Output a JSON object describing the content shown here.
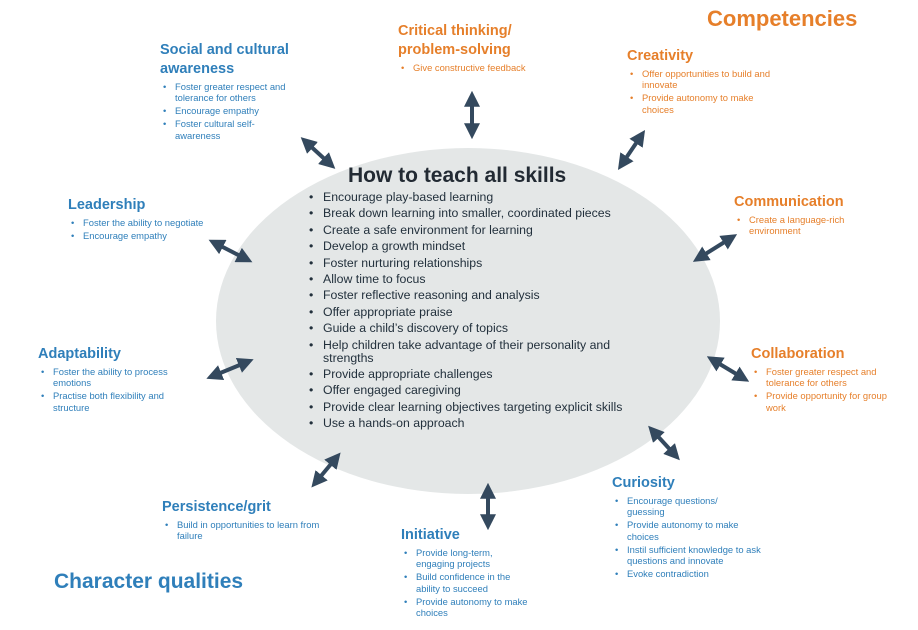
{
  "competencies_title": "Competencies",
  "character_title": "Character qualities",
  "center": {
    "title": "How to teach all skills",
    "items": [
      "Encourage play-based learning",
      "Break down learning into smaller, coordinated pieces",
      "Create a safe environment for learning",
      "Develop a growth mindset",
      "Foster nurturing relationships",
      "Allow time to focus",
      "Foster reflective reasoning and analysis",
      "Offer appropriate praise",
      "Guide a child’s discovery of topics",
      "Help children take advantage of their personality and strengths",
      "Provide appropriate challenges",
      "Offer engaged caregiving",
      "Provide clear learning objectives targeting explicit skills",
      "Use a hands-on approach"
    ]
  },
  "skills": {
    "critical": {
      "title": "Critical thinking/ problem-solving",
      "items": [
        "Give constructive feedback"
      ]
    },
    "creativity": {
      "title": "Creativity",
      "items": [
        "Offer opportunities to build and innovate",
        "Provide autonomy to make choices"
      ]
    },
    "communication": {
      "title": "Communication",
      "items": [
        "Create a language-rich environment"
      ]
    },
    "collaboration": {
      "title": "Collaboration",
      "items": [
        "Foster greater respect and tolerance for others",
        "Provide opportunity for group work"
      ]
    },
    "curiosity": {
      "title": "Curiosity",
      "items": [
        "Encourage questions/ guessing",
        "Provide autonomy to make choices",
        "Instil sufficient knowledge to ask questions and innovate",
        "Evoke contradiction"
      ]
    },
    "initiative": {
      "title": "Initiative",
      "items": [
        "Provide long-term, engaging projects",
        "Build confidence in the ability to succeed",
        "Provide autonomy to make choices"
      ]
    },
    "persistence": {
      "title": "Persistence/grit",
      "items": [
        "Build in opportunities to learn from failure"
      ]
    },
    "adaptability": {
      "title": "Adaptability",
      "items": [
        "Foster the ability to process emotions",
        "Practise both flexibility and structure"
      ]
    },
    "leadership": {
      "title": "Leadership",
      "items": [
        "Foster the ability to negotiate",
        "Encourage empathy"
      ]
    },
    "social": {
      "title": "Social and cultural awareness",
      "items": [
        "Foster greater respect and tolerance for others",
        "Encourage empathy",
        "Foster cultural self-awareness"
      ]
    }
  },
  "colors": {
    "competency": "#e67f2a",
    "character": "#2f7fba",
    "arrow": "#34495e",
    "ellipse": "#e4e7e7"
  }
}
